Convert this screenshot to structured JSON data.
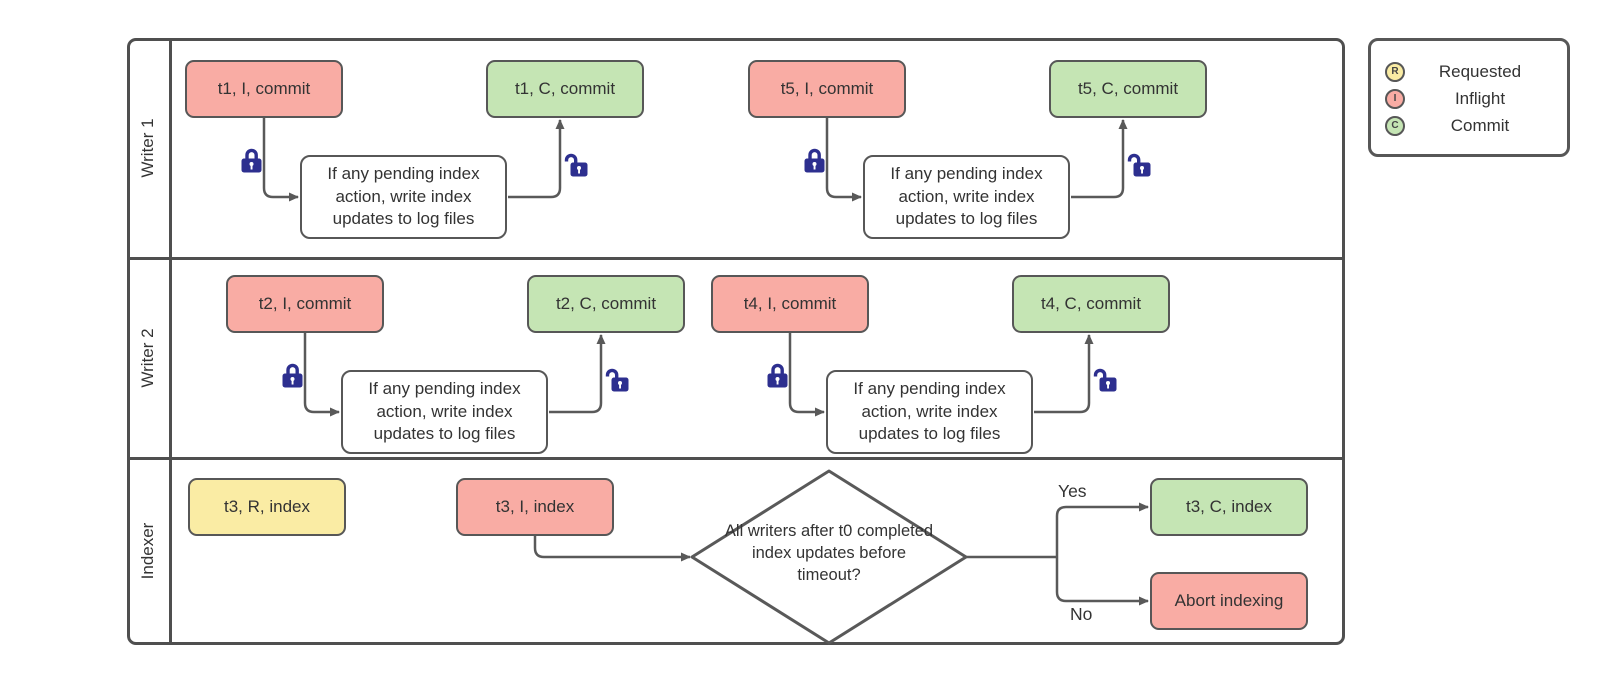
{
  "lanes": [
    {
      "label": "Writer 1"
    },
    {
      "label": "Writer 2"
    },
    {
      "label": "Indexer"
    }
  ],
  "nodes": {
    "t1_i": "t1, I, commit",
    "t1_c": "t1, C, commit",
    "t5_i": "t5, I, commit",
    "t5_c": "t5, C, commit",
    "t2_i": "t2, I, commit",
    "t2_c": "t2, C, commit",
    "t4_i": "t4, I, commit",
    "t4_c": "t4, C, commit",
    "t3_r": "t3, R, index",
    "t3_i": "t3, I, index",
    "t3_c": "t3, C, index",
    "abort": "Abort indexing",
    "process": "If any pending index action, write index updates to log files",
    "decision": "All writers after t0 completed index updates before timeout?"
  },
  "edge_labels": {
    "yes": "Yes",
    "no": "No"
  },
  "legend": {
    "items": [
      {
        "letter": "R",
        "label": "Requested",
        "color": "#FAECA4"
      },
      {
        "letter": "I",
        "label": "Inflight",
        "color": "#F9ACA4"
      },
      {
        "letter": "C",
        "label": "Commit",
        "color": "#C5E5B4"
      }
    ]
  },
  "colors": {
    "inflight": "#F9ACA4",
    "commit": "#C5E5B4",
    "requested": "#FAECA4",
    "box_border": "#575757",
    "connector": "#595959",
    "frame": "#4F4F4F",
    "lock": "#2D2F8F"
  },
  "icons": {
    "lock_closed": "lock-closed-icon",
    "lock_open": "lock-open-icon"
  }
}
